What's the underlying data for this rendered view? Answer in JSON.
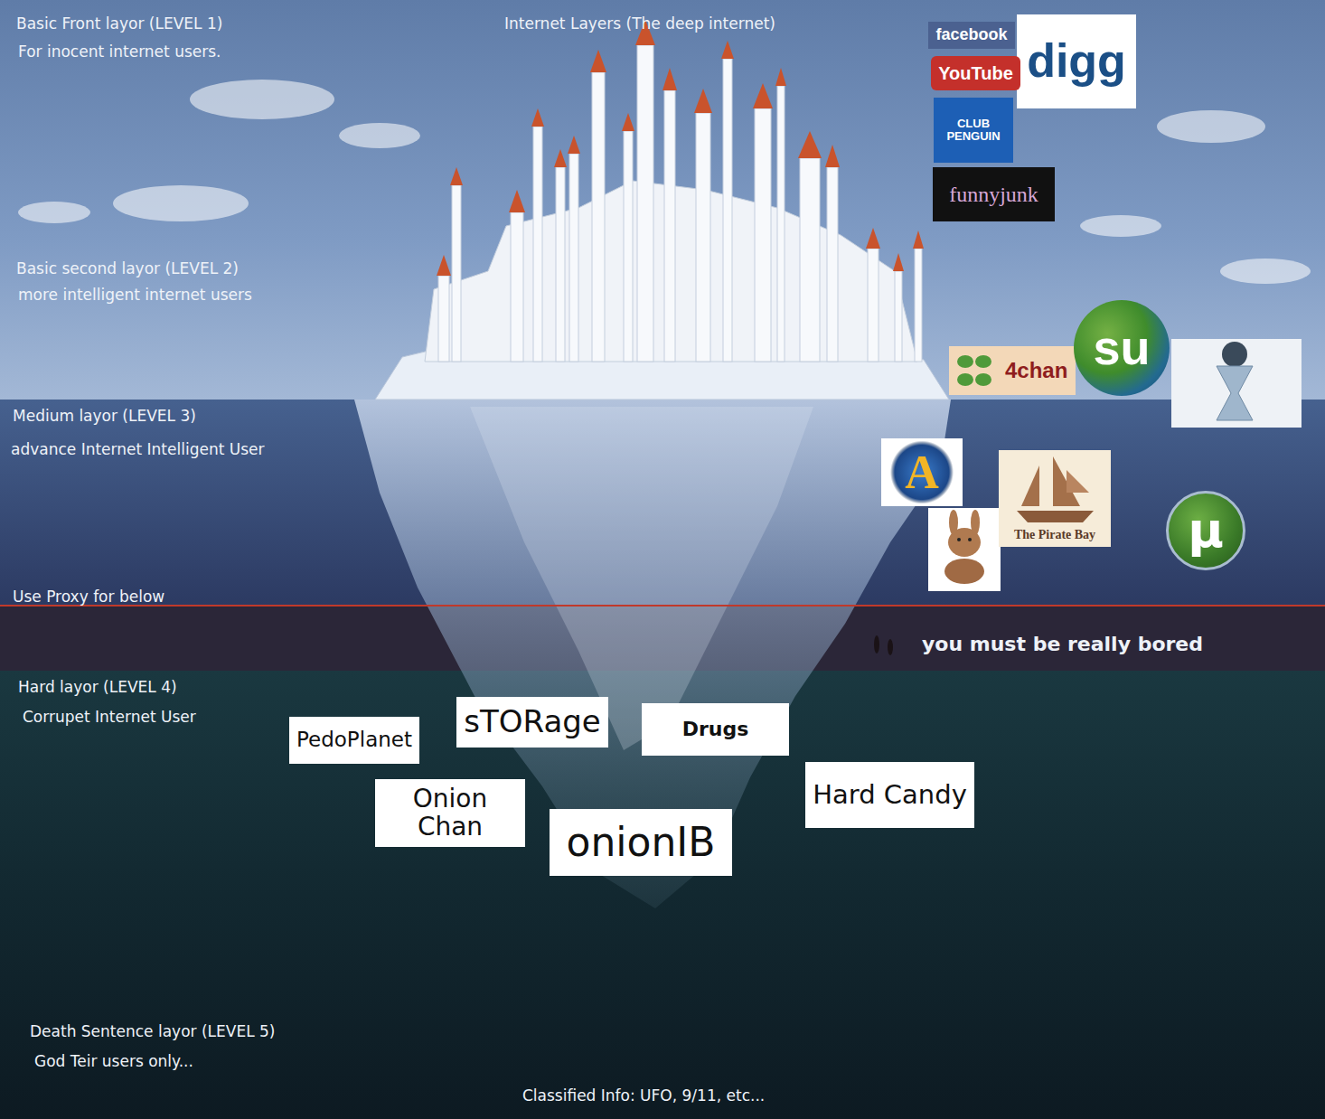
{
  "diagram": {
    "title": "Internet Layers (The deep internet)",
    "nodes": [
      {
        "text": [
          "facebook"
        ]
      },
      {
        "text": [
          "digg"
        ]
      },
      {
        "text": [
          "YouTube"
        ]
      },
      {
        "text": [
          "CLUB PENGUIN"
        ]
      },
      {
        "text": [
          "funnyjunk"
        ]
      },
      {
        "text": [
          "4chan"
        ]
      },
      {
        "text": [
          "su"
        ]
      },
      {
        "text": [
          "A"
        ]
      },
      {
        "text": [
          "The Pirate Bay"
        ]
      },
      {
        "text": [
          "µ"
        ]
      },
      {
        "text": [
          "sTORage"
        ]
      },
      {
        "text": [
          "Drugs"
        ]
      },
      {
        "text": [
          "PedoPlanet"
        ]
      },
      {
        "text": [
          "Hard Candy"
        ]
      },
      {
        "text": [
          "Onion Chan"
        ]
      },
      {
        "text": [
          "onionIB"
        ]
      }
    ],
    "labels": [
      "Basic Front layor (LEVEL 1)",
      "For inocent internet users.",
      "Basic second layor (LEVEL 2)",
      "more intelligent internet users",
      "Medium layor (LEVEL 3)",
      "advance Internet Intelligent User",
      "Use Proxy for below",
      "you must be really bored",
      "Hard layor (LEVEL 4)",
      "Corrupet Internet User",
      "Death Sentence layor (LEVEL 5)",
      "God Teir users only...",
      "Classified Info: UFO, 9/11, etc..."
    ]
  }
}
